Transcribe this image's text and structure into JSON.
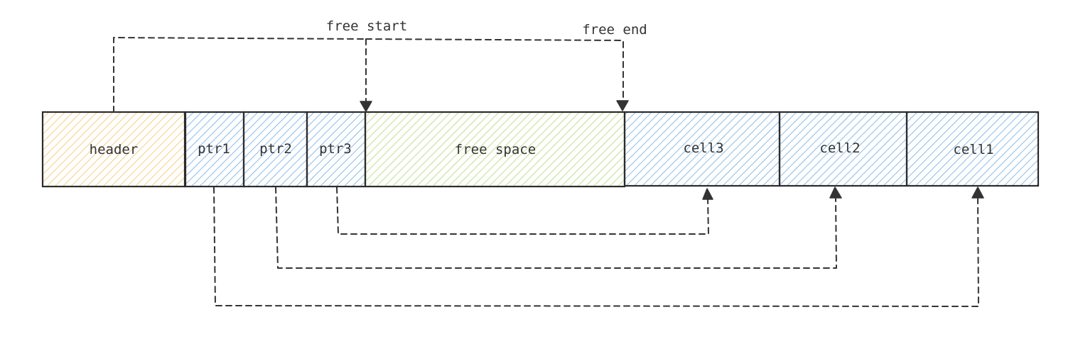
{
  "labels": {
    "free_start": "free start",
    "free_end": "free end"
  },
  "segments": [
    {
      "id": "header",
      "label": "header",
      "fill": "orange"
    },
    {
      "id": "ptr1",
      "label": "ptr1",
      "fill": "blue"
    },
    {
      "id": "ptr2",
      "label": "ptr2",
      "fill": "blue"
    },
    {
      "id": "ptr3",
      "label": "ptr3",
      "fill": "blue"
    },
    {
      "id": "free-space",
      "label": "free space",
      "fill": "green"
    },
    {
      "id": "cell3",
      "label": "cell3",
      "fill": "blue"
    },
    {
      "id": "cell2",
      "label": "cell2",
      "fill": "blue"
    },
    {
      "id": "cell1",
      "label": "cell1",
      "fill": "blue"
    }
  ],
  "colors": {
    "orange": "#f5b84a",
    "blue": "#5a9fe0",
    "green": "#a8cf5c",
    "stroke": "#2b2b2b",
    "line": "#333333"
  },
  "links": [
    {
      "from": "header",
      "to": "free-space",
      "meaning": "free start"
    },
    {
      "from": "header",
      "to": "cell3",
      "meaning": "free end"
    },
    {
      "from": "ptr3",
      "to": "cell3"
    },
    {
      "from": "ptr2",
      "to": "cell2"
    },
    {
      "from": "ptr1",
      "to": "cell1"
    }
  ]
}
